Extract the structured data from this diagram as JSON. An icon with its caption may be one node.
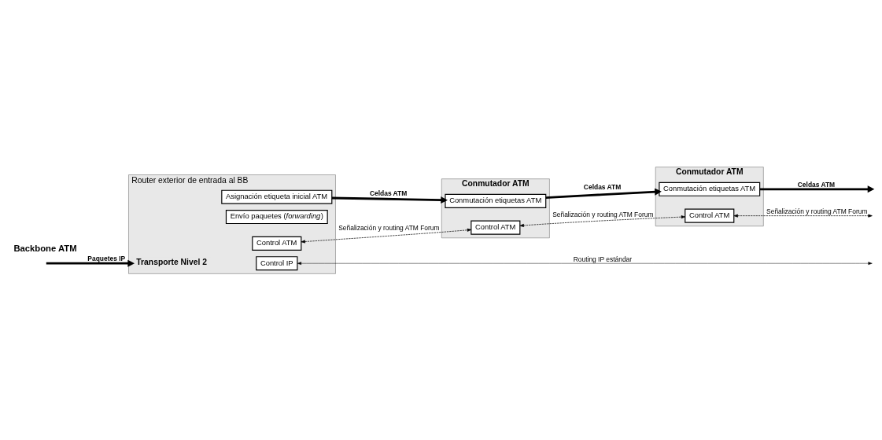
{
  "diagram": {
    "nodes": [
      {
        "text": [
          "Router exterior de entrada al BB"
        ]
      },
      {
        "text": [
          "Control IP"
        ],
        "in": 0
      },
      {
        "text": [
          "Envío paquetes (*forwarding*)"
        ],
        "in": 0
      },
      {
        "text": [
          "Transporte Nivel 2"
        ],
        "in": 0
      },
      {
        "text": [
          "Control ATM"
        ],
        "in": 0
      },
      {
        "text": [
          "Asignación etiqueta inicial ATM"
        ],
        "in": 0
      },
      {
        "text": [
          "Conmutador ATM"
        ]
      },
      {
        "text": [
          "Control ATM"
        ],
        "in": 6
      },
      {
        "text": [
          "Conmutación etiquetas ATM"
        ],
        "in": 6
      },
      {
        "text": [
          "Conmutador ATM"
        ]
      },
      {
        "text": [
          "Control ATM"
        ],
        "in": 9
      },
      {
        "text": [
          "Conmutación etiquetas ATM"
        ],
        "in": 9
      }
    ],
    "edges": [
      {
        "from": 1,
        "to": null,
        "arrow": "both",
        "label": "Routing IP estándar"
      },
      {
        "from": null,
        "to": 3,
        "arrow": "to",
        "label": "Paquetes IP",
        "style": "thick"
      },
      {
        "from": 4,
        "to": 7,
        "arrow": "both",
        "label": "Señalización y routing ATM Forum",
        "style": "dashed"
      },
      {
        "from": 5,
        "to": 8,
        "arrow": "to",
        "label": "Celdas ATM",
        "style": "thick"
      },
      {
        "from": 7,
        "to": 10,
        "arrow": "both",
        "label": "Señalización y routing ATM Forum",
        "style": "dashed"
      },
      {
        "from": 8,
        "to": 11,
        "arrow": "to",
        "label": "Celdas ATM",
        "style": "thick"
      },
      {
        "from": 10,
        "to": null,
        "arrow": "both",
        "label": "Señalización y routing ATM Forum",
        "style": "dashed"
      },
      {
        "from": 11,
        "to": null,
        "arrow": "to",
        "label": "Celdas ATM",
        "style": "thick"
      }
    ],
    "labels": [
      "Backbone ATM"
    ]
  }
}
